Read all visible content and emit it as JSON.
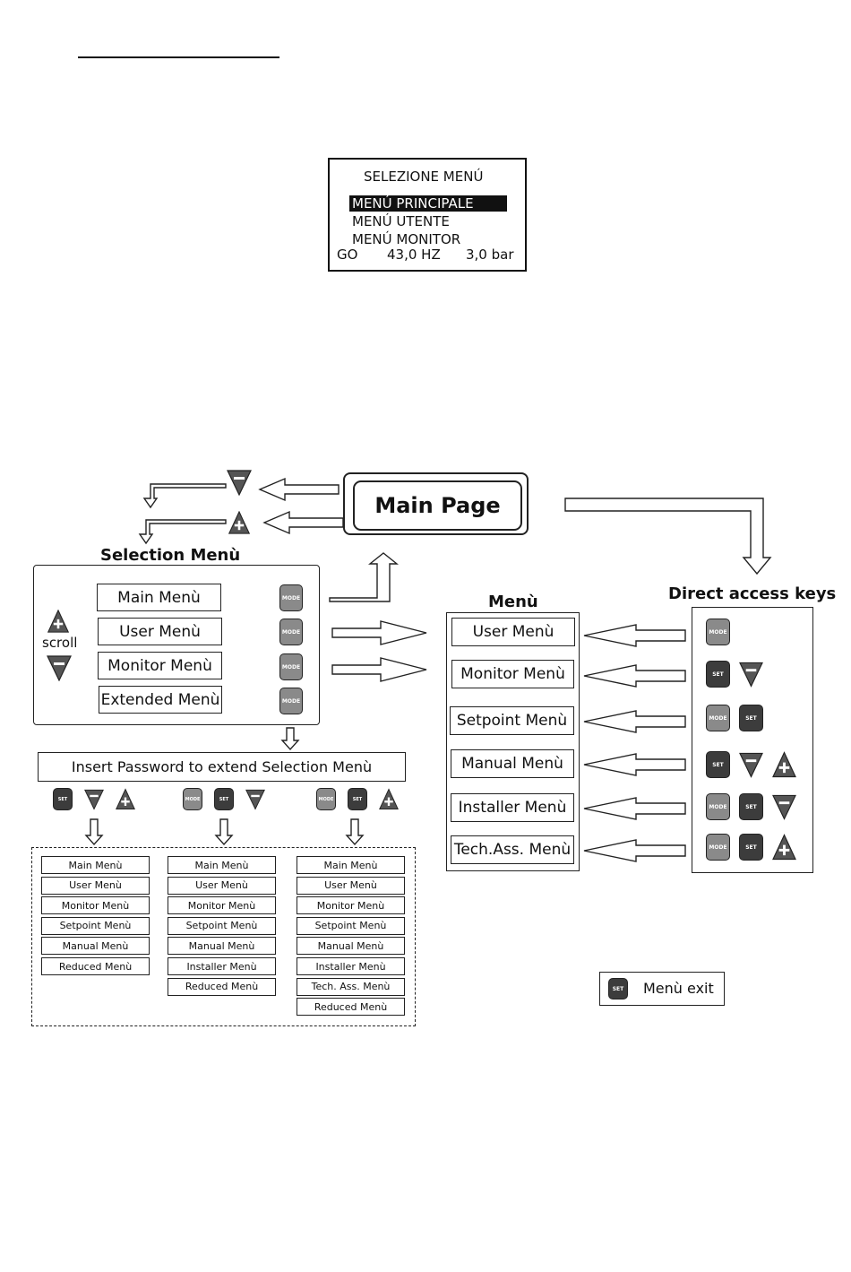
{
  "lcd": {
    "title": "SELEZIONE MENÚ",
    "items": [
      "MENÚ PRINCIPALE",
      "MENÚ UTENTE",
      "MENÚ MONITOR"
    ],
    "status": {
      "state": "GO",
      "frequency": "43,0 HZ",
      "pressure": "3,0 bar"
    }
  },
  "main_page": {
    "label": "Main Page"
  },
  "selection_menu": {
    "heading": "Selection Menù",
    "scroll_label": "scroll",
    "items": [
      "Main Menù",
      "User Menù",
      "Monitor Menù",
      "Extended Menù"
    ],
    "key_label": "MODE"
  },
  "menu_panel": {
    "heading": "Menù",
    "items": [
      "User Menù",
      "Monitor Menù",
      "Setpoint Menù",
      "Manual Menù",
      "Installer Menù",
      "Tech.Ass. Menù"
    ]
  },
  "direct_access": {
    "heading": "Direct access keys",
    "rows": [
      [
        "MODE"
      ],
      [
        "SET",
        "minus"
      ],
      [
        "MODE",
        "SET"
      ],
      [
        "SET",
        "minus",
        "plus"
      ],
      [
        "MODE",
        "SET",
        "minus"
      ],
      [
        "MODE",
        "SET",
        "plus"
      ]
    ]
  },
  "password": {
    "label": "Insert Password to extend Selection Menù"
  },
  "extended_groups": [
    {
      "keys": [
        "SET",
        "minus",
        "plus"
      ],
      "items": [
        "Main Menù",
        "User Menù",
        "Monitor Menù",
        "Setpoint Menù",
        "Manual Menù",
        "Reduced Menù"
      ]
    },
    {
      "keys": [
        "MODE",
        "SET",
        "minus"
      ],
      "items": [
        "Main Menù",
        "User Menù",
        "Monitor Menù",
        "Setpoint Menù",
        "Manual Menù",
        "Installer Menù",
        "Reduced Menù"
      ]
    },
    {
      "keys": [
        "MODE",
        "SET",
        "plus"
      ],
      "items": [
        "Main Menù",
        "User Menù",
        "Monitor Menù",
        "Setpoint Menù",
        "Manual Menù",
        "Installer Menù",
        "Tech. Ass. Menù",
        "Reduced Menù"
      ]
    }
  ],
  "exit": {
    "key": "SET",
    "label": "Menù exit"
  }
}
